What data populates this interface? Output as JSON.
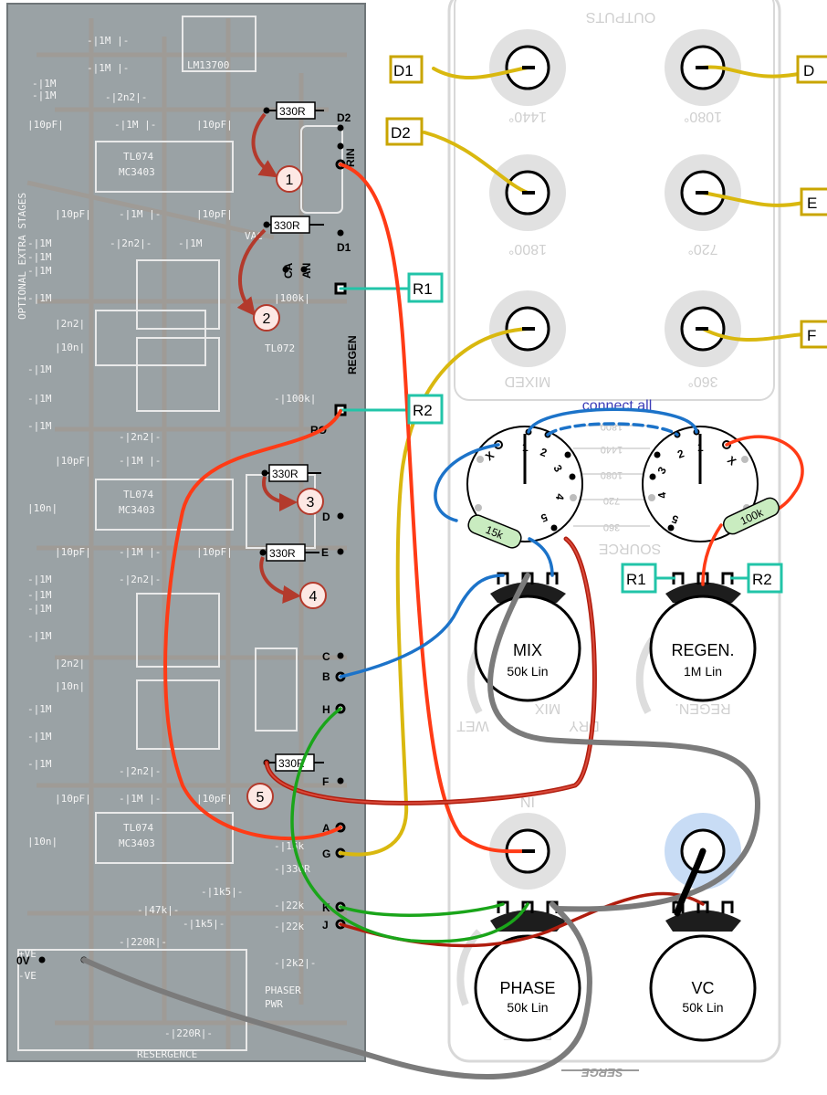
{
  "pcb": {
    "side_label": "OPTIONAL EXTRA STAGES",
    "bottom_label": "RESERGENCE",
    "ic_lm13700": "LM13700",
    "ic_tl074_a": [
      "TL074",
      "MC3403"
    ],
    "ic_tl072": "TL072",
    "ic_tl074_b": [
      "TL074",
      "MC3403"
    ],
    "ic_tl074_c": [
      "TL074",
      "MC3403"
    ],
    "vac": "VAC",
    "pwr_pos": "+VE",
    "pwr_neg": "-VE",
    "phaser": [
      "PHASER",
      "PWR"
    ]
  },
  "pads": {
    "d2": "D2",
    "rin": "RIN",
    "d1": "D1",
    "ca": "CA",
    "an": "AN",
    "regen": "REGEN",
    "ro": "RO",
    "d": "D",
    "e": "E",
    "c": "C",
    "b": "B",
    "h": "H",
    "f": "F",
    "a": "A",
    "g": "G",
    "k": "K",
    "j": "J",
    "zero_v": "0V"
  },
  "resistors": [
    "330R",
    "330R",
    "330R",
    "330R",
    "330R"
  ],
  "steps": [
    "1",
    "2",
    "3",
    "4",
    "5"
  ],
  "panel": {
    "outputs": "OUTPUTS",
    "deg1440": "1440°",
    "deg1080": "1080°",
    "deg1800": "1800°",
    "deg720": "720°",
    "mixed": "MIXED",
    "deg360": "360°",
    "in": "IN",
    "source": "SOURCE",
    "mix": "MIX",
    "wet": "WET",
    "dry": "DRY",
    "regen": "REGEN.",
    "phase": "PHASE",
    "brand": "SERGE"
  },
  "jack_labels": {
    "d1": "D1",
    "d2": "D2",
    "d_right": "D",
    "e": "E",
    "f": "F",
    "r1": "R1",
    "r2": "R2",
    "r1b": "R1",
    "r2b": "R2"
  },
  "switch": {
    "note": "connect all",
    "left_pos": [
      "X",
      "1",
      "2",
      "3",
      "4",
      "5"
    ],
    "right_pos": [
      "X",
      "1",
      "2",
      "3",
      "4",
      "5"
    ],
    "scale": [
      "1800",
      "1440",
      "1080",
      "720",
      "360"
    ],
    "res_left": "15k",
    "res_right": "100k"
  },
  "pots": {
    "mix": {
      "name": "MIX",
      "value": "50k Lin"
    },
    "regen": {
      "name": "REGEN.",
      "value": "1M Lin"
    },
    "phase": {
      "name": "PHASE",
      "value": "50k Lin"
    },
    "vc": {
      "name": "VC",
      "value": "50k Lin"
    }
  },
  "colors": {
    "red": "#ff3b16",
    "darkred": "#b01d0e",
    "blue": "#1c73c9",
    "yellow": "#d9b80f",
    "green": "#1aa51a",
    "gray": "#7b7b7b",
    "teal": "#22c4a8",
    "gold": "#c9a500",
    "pcb": "#9aa2a5",
    "arrow": "#b33a2c"
  }
}
